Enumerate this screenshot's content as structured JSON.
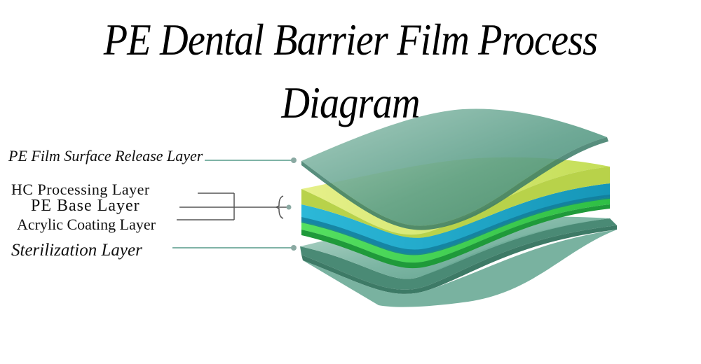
{
  "title": {
    "part1": "PE Dental",
    "part2": "Barrier Film Process Diagram"
  },
  "layers": [
    {
      "id": "release",
      "label": "PE Film Surface Release Layer",
      "color": "#5fa88f"
    },
    {
      "id": "hc",
      "label": "HC Processing Layer",
      "color": "#cfe36a"
    },
    {
      "id": "base",
      "label": "PE Base Layer",
      "color": "#23a9c9"
    },
    {
      "id": "acrylic",
      "label": "Acrylic Coating Layer",
      "color": "#3fd34f"
    },
    {
      "id": "sterilization",
      "label": "Sterilization Layer",
      "color": "#6aab96"
    }
  ],
  "colors": {
    "leader_line": "#7fb3a6",
    "bracket": "#555555",
    "dot": "#8aa9a2"
  }
}
